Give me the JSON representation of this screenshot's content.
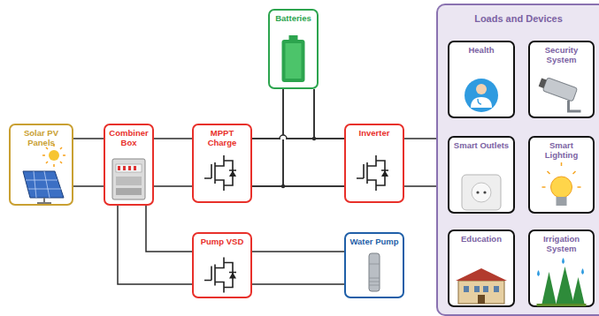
{
  "diagram": {
    "nodes": [
      {
        "text": [
          "Solar PV Panels"
        ]
      },
      {
        "text": [
          "Combiner Box"
        ]
      },
      {
        "text": [
          "MPPT Charge"
        ]
      },
      {
        "text": [
          "Batteries"
        ]
      },
      {
        "text": [
          "Inverter"
        ]
      },
      {
        "text": [
          "Pump VSD"
        ]
      },
      {
        "text": [
          "Water Pump"
        ]
      },
      {
        "text": [
          "Loads and Devices"
        ]
      },
      {
        "text": [
          "Health"
        ],
        "in": 7
      },
      {
        "text": [
          "Security System"
        ],
        "in": 7
      },
      {
        "text": [
          "Smart Outlets"
        ],
        "in": 7
      },
      {
        "text": [
          "Smart Lighting"
        ],
        "in": 7
      },
      {
        "text": [
          "Education"
        ],
        "in": 7
      },
      {
        "text": [
          "Irrigation System"
        ],
        "in": 7
      }
    ],
    "edges": [
      {
        "from": 0,
        "to": 1,
        "arrow": "none"
      },
      {
        "from": 1,
        "to": 2,
        "arrow": "none"
      },
      {
        "from": 2,
        "to": 4,
        "arrow": "none"
      },
      {
        "from": 3,
        "to": 2,
        "arrow": "none"
      },
      {
        "from": 3,
        "to": 4,
        "arrow": "none"
      },
      {
        "from": 1,
        "to": 5,
        "arrow": "none"
      },
      {
        "from": 5,
        "to": 6,
        "arrow": "none"
      },
      {
        "from": 4,
        "to": 7,
        "arrow": "none"
      }
    ]
  }
}
